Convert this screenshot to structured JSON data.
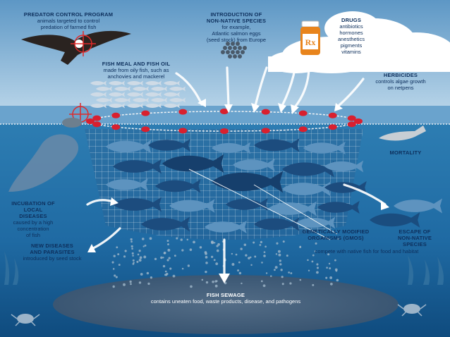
{
  "labels": {
    "predator": {
      "title": "PREDATOR CONTROL PROGRAM",
      "lines": [
        "animals targeted to control",
        "predation of farmed fish"
      ]
    },
    "non_native": {
      "title_lines": [
        "INTRODUCTION OF",
        "NON-NATIVE SPECIES"
      ],
      "lines": [
        "for example,",
        "Atlantic salmon eggs",
        "(seed stock) from Europe"
      ]
    },
    "drugs": {
      "title": "DRUGS",
      "lines": [
        "antibiotics",
        "hormones",
        "anesthetics",
        "pigments",
        "vitamins"
      ],
      "rx": "Rx"
    },
    "fishmeal": {
      "title": "FISH MEAL AND FISH OIL",
      "lines": [
        "made from oily fish, such as",
        "anchovies and mackerel"
      ]
    },
    "herbicides": {
      "title": "HERBICIDES",
      "lines": [
        "controls algae growth",
        "on netpens"
      ]
    },
    "mortality": {
      "title": "MORTALITY"
    },
    "incubation": {
      "title_lines": [
        "INCUBATION OF",
        "LOCAL",
        "DISEASES"
      ],
      "lines": [
        "caused by a high",
        "concentration",
        "of fish"
      ]
    },
    "diseases": {
      "title_lines": [
        "NEW DISEASES",
        "AND PARASITES"
      ],
      "lines": [
        "introduced by seed stock"
      ]
    },
    "gmo": {
      "title_lines": [
        "GENETICALLY MODIFIED",
        "ORGANISMS (GMOs)"
      ],
      "lines": [
        "compete with native fish for food and habitat"
      ]
    },
    "escape": {
      "title_lines": [
        "ESCAPE OF",
        "NON-NATIVE",
        "SPECIES"
      ]
    },
    "sewage": {
      "title": "FISH SEWAGE",
      "lines": [
        "contains uneaten food, waste products, disease, and pathogens"
      ]
    }
  },
  "colors": {
    "sky_top": "#5f99c6",
    "sky_bottom": "#bcd7ea",
    "water_top": "#2a79ae",
    "water_bottom": "#0f4c80",
    "farmed_fish": "#1c4c7e",
    "buoy": "#d8202f",
    "label_text": "#0d2f5c",
    "arrow": "#ffffff"
  },
  "icons": [
    "eagle-icon",
    "crosshair-icon",
    "fish-eggs-icon",
    "pill-bottle-icon",
    "seal-icon",
    "manatee-icon",
    "crab-icon",
    "seaweed-icon",
    "net-pen-icon"
  ]
}
